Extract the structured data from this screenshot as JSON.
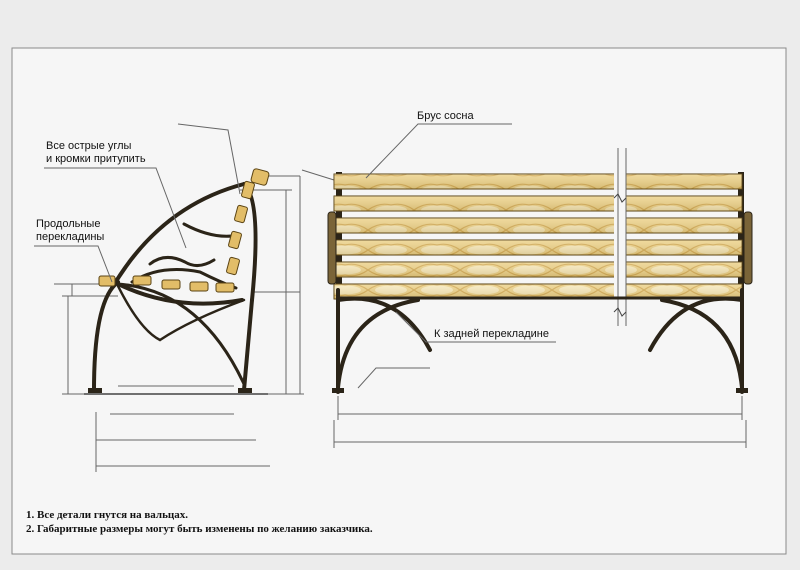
{
  "labels": {
    "brus": "Брус сосна",
    "sharp_line1": "Все острые углы",
    "sharp_line2": "и кромки притупить",
    "longit_line1": "Продольные",
    "longit_line2": "перекладины",
    "rear": "К задней перекладине"
  },
  "notes": {
    "note1": "1. Все детали гнутся на вальцах.",
    "note2": "2. Габаритные размеры могут быть изменены по желанию заказчика."
  },
  "colors": {
    "metal": "#2a2418",
    "wood_light": "#f1dc9c",
    "wood_dark": "#d9b35f",
    "frame": "#777777",
    "background": "#ececec"
  }
}
